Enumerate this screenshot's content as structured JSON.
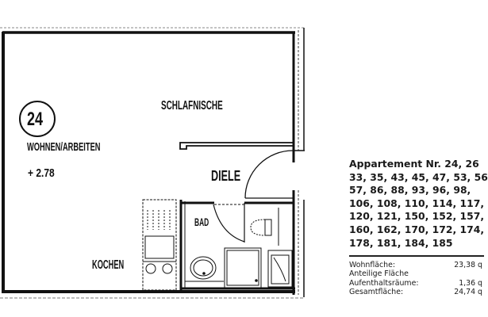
{
  "floorplan": {
    "unit_badge": "24",
    "rooms": {
      "living": "WOHNEN/ARBEITEN",
      "living_height": "+ 2.78",
      "sleeping": "SCHLAFNISCHE",
      "hall": "DIELE",
      "bath": "BAD",
      "kitchen": "KOCHEN"
    }
  },
  "info": {
    "title_lines": [
      "Appartement Nr. 24, 26",
      "33, 35, 43, 45, 47, 53, 56",
      "57, 86, 88, 93, 96, 98,",
      "106, 108, 110, 114, 117,",
      "120, 121, 150, 152, 157,",
      "160, 162, 170, 172, 174,",
      "178, 181, 184, 185"
    ],
    "areas": [
      {
        "label": "Wohnfläche:",
        "value": "23,38 q"
      },
      {
        "label": "Anteilige Fläche",
        "value": ""
      },
      {
        "label": "Aufenthaltsräume:",
        "value": "1,36 q"
      },
      {
        "label": "Gesamtfläche:",
        "value": "24,74 q"
      }
    ]
  }
}
